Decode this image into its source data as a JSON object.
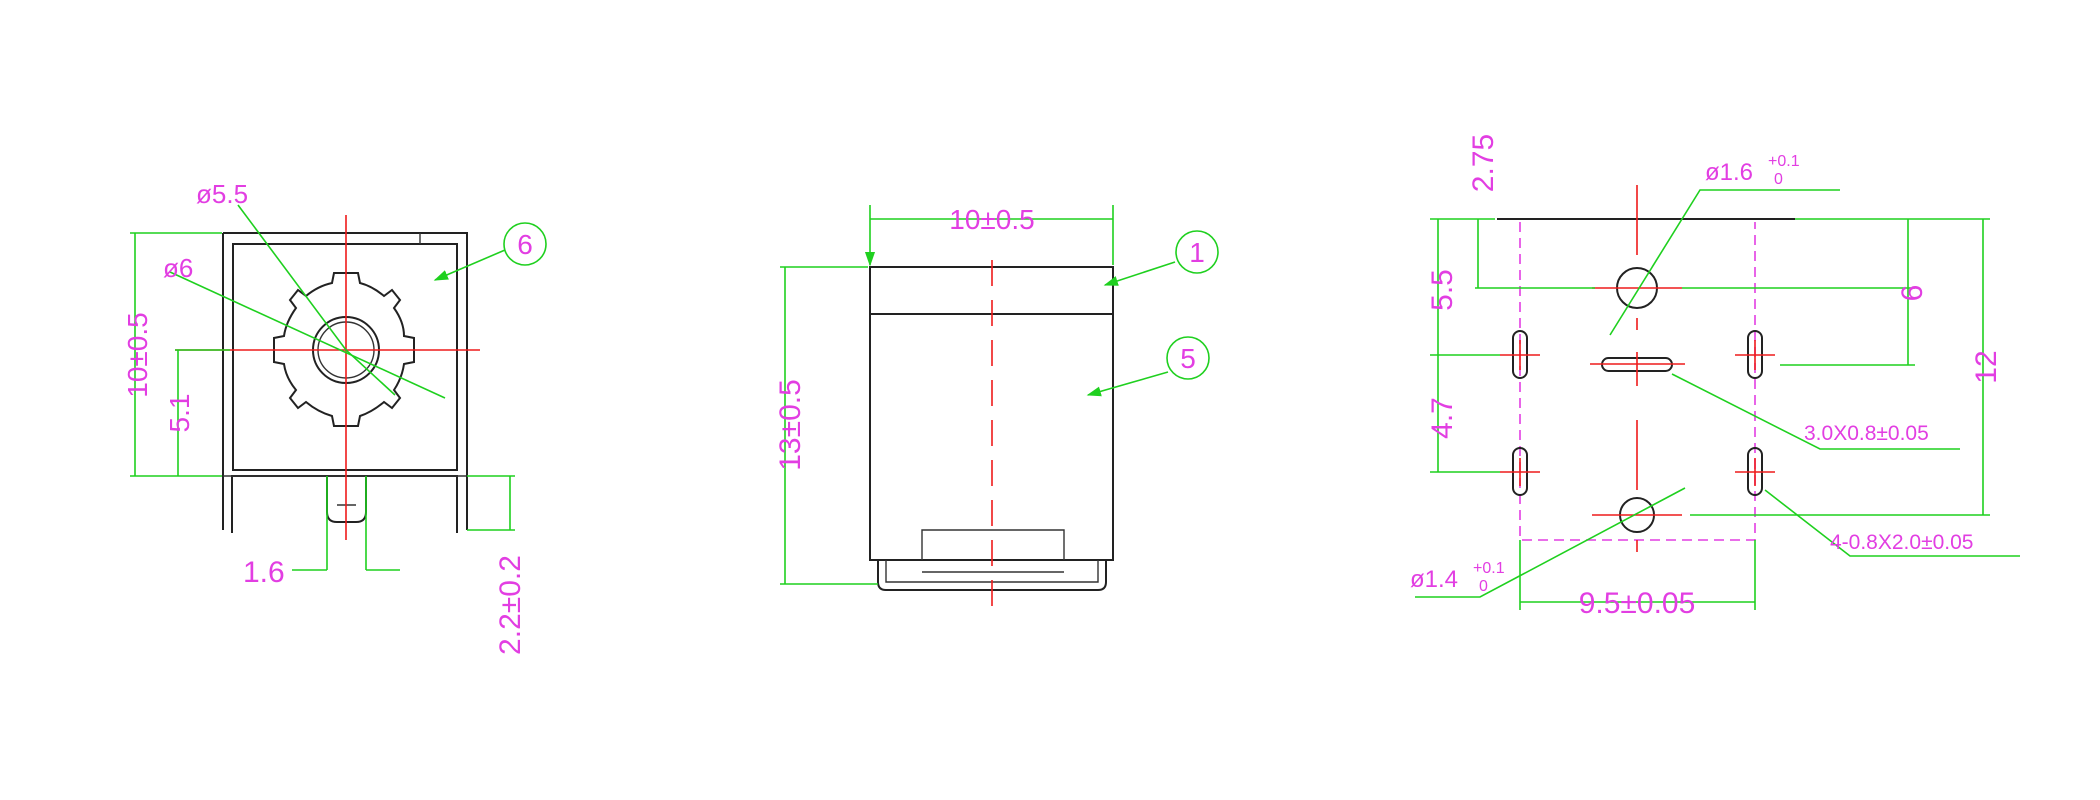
{
  "front_view": {
    "dia_outer": "ø5.5",
    "dia_inner": "ø6",
    "height": "10±0.5",
    "center_height": "5.1",
    "pin_width": "1.6",
    "pin_length": "2.2±0.2",
    "balloon": "6"
  },
  "side_view": {
    "width": "10±0.5",
    "height": "13±0.5",
    "balloon_top": "1",
    "balloon_body": "5"
  },
  "pcb_layout": {
    "top_offset": "2.75",
    "upper_row": "5.5",
    "lower_row": "4.7",
    "mid_height": "6",
    "total_height": "12",
    "hole_top_base": "ø1.6",
    "hole_top_tol_upper": "+0.1",
    "hole_top_tol_lower": "0",
    "hole_bottom_base": "ø1.4",
    "hole_bottom_tol_upper": "+0.1",
    "hole_bottom_tol_lower": "0",
    "slot_center": "3.0X0.8±0.05",
    "slot_side": "4-0.8X2.0±0.05",
    "width": "9.5±0.05"
  }
}
